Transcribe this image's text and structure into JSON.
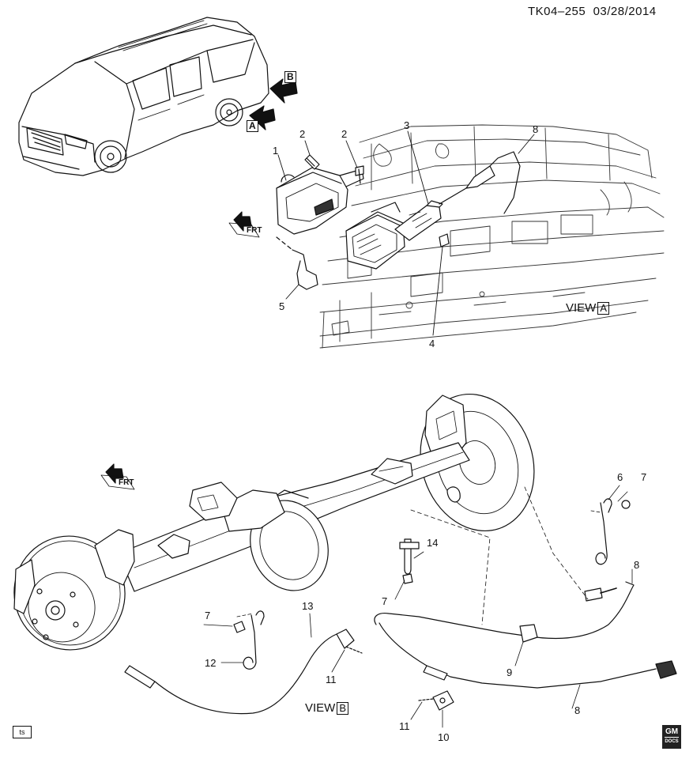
{
  "header": {
    "code": "TK04–255",
    "date": "03/28/2014"
  },
  "views": {
    "a": {
      "prefix": "VIEW",
      "letter": "A"
    },
    "b": {
      "prefix": "VIEW",
      "letter": "B"
    }
  },
  "vehicle_markers": {
    "a": "A",
    "b": "B"
  },
  "frt_label": "FRT",
  "callouts": {
    "c1": "1",
    "c2a": "2",
    "c2b": "2",
    "c3": "3",
    "c8a": "8",
    "c5": "5",
    "c4": "4",
    "c6": "6",
    "c7a": "7",
    "c8b": "8",
    "c14": "14",
    "c7b": "7",
    "c7c": "7",
    "c13": "13",
    "c12": "12",
    "c11a": "11",
    "c9": "9",
    "c8c": "8",
    "c11b": "11",
    "c10": "10"
  },
  "footer": {
    "ts_badge": "ts",
    "gm_top": "GM",
    "gm_bottom": "DOCS"
  },
  "colors": {
    "line": "#111111",
    "paper": "#ffffff",
    "fill_dark": "#222222"
  }
}
